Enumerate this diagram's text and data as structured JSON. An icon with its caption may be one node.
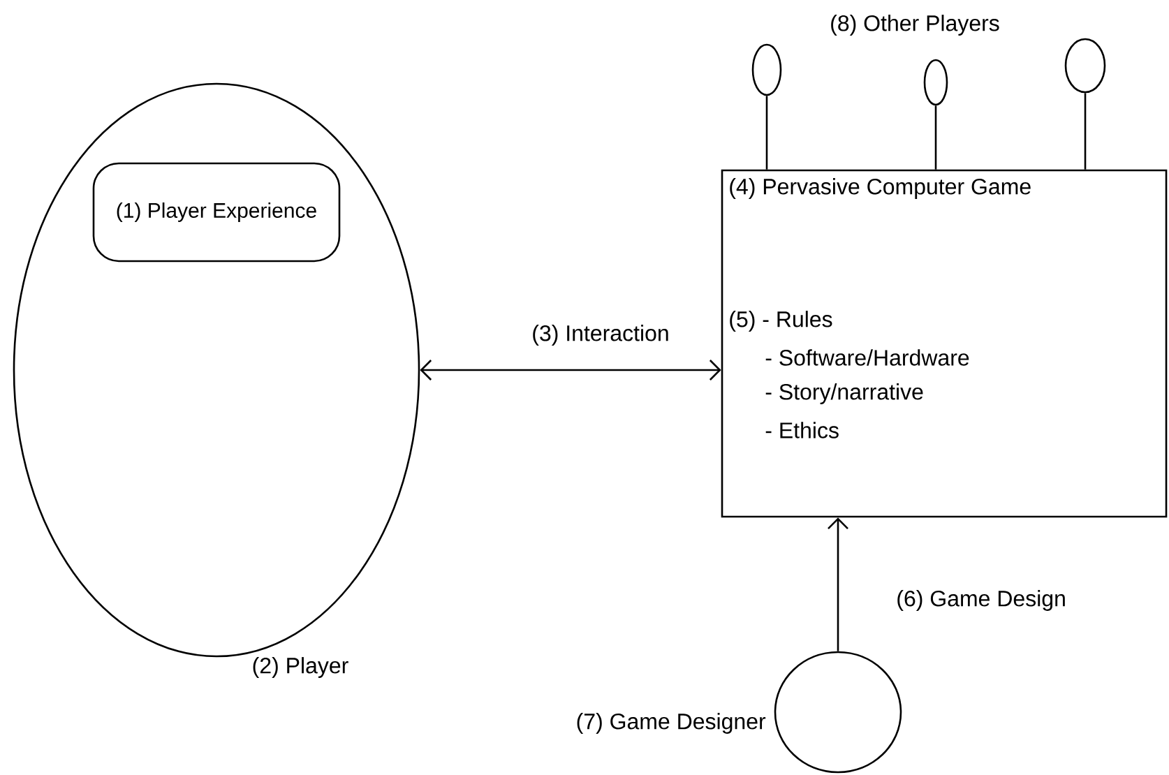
{
  "diagram": {
    "nodes": [
      {
        "text": [
          "(2) Player"
        ]
      },
      {
        "text": [
          "(1) Player Experience"
        ],
        "in": 0
      },
      {
        "text": [
          "(4) Pervasive Computer Game",
          "(5) - Rules",
          "- Software/Hardware",
          "- Story/narrative",
          "- Ethics"
        ]
      },
      {
        "text": [],
        "shape": "ellipse"
      },
      {
        "text": [],
        "shape": "ellipse"
      },
      {
        "text": [],
        "shape": "ellipse"
      },
      {
        "text": [
          "(7) Game Designer"
        ]
      }
    ],
    "edges": [
      {
        "from": 0,
        "to": 2,
        "arrow": "both",
        "label": "(3) Interaction"
      },
      {
        "from": 6,
        "to": 2,
        "arrow": "to",
        "label": "(6) Game Design"
      },
      {
        "from": 3,
        "to": 2,
        "arrow": "none"
      },
      {
        "from": 4,
        "to": 2,
        "arrow": "none"
      },
      {
        "from": 5,
        "to": 2,
        "arrow": "none"
      }
    ],
    "labels": [
      "(8) Other Players"
    ]
  }
}
